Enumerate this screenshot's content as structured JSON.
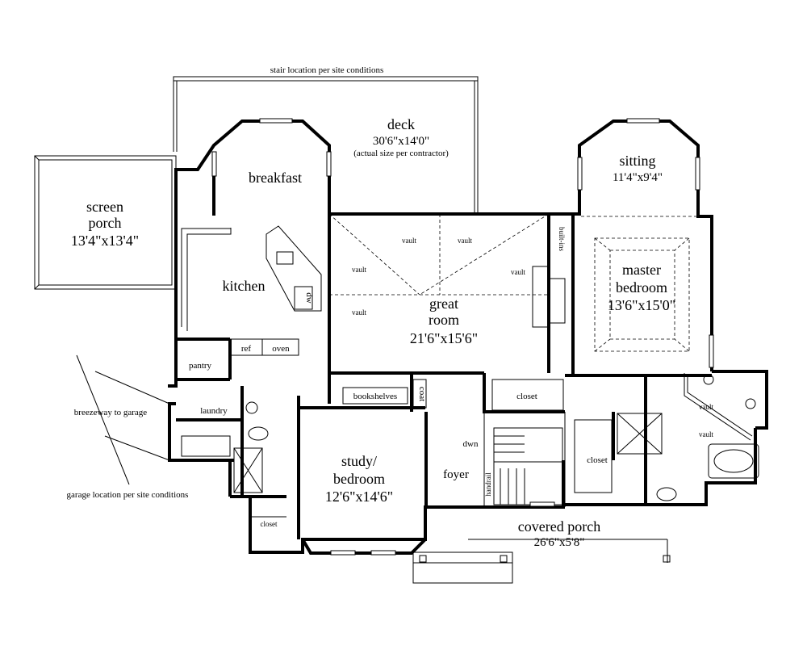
{
  "notes": {
    "stair_location": "stair location per site conditions",
    "breezeway": "breezeway to garage",
    "garage_location": "garage location per site conditions"
  },
  "rooms": {
    "deck": {
      "name": "deck",
      "size": "30'6\"x14'0\"",
      "note": "(actual size per contractor)"
    },
    "screen_porch": {
      "name1": "screen",
      "name2": "porch",
      "size": "13'4\"x13'4\""
    },
    "breakfast": {
      "name": "breakfast"
    },
    "kitchen": {
      "name": "kitchen"
    },
    "sitting": {
      "name": "sitting",
      "size": "11'4\"x9'4\""
    },
    "master_bedroom": {
      "name1": "master",
      "name2": "bedroom",
      "size": "13'6\"x15'0\""
    },
    "great_room": {
      "name1": "great",
      "name2": "room",
      "size": "21'6\"x15'6\""
    },
    "study": {
      "name1": "study/",
      "name2": "bedroom",
      "size": "12'6\"x14'6\""
    },
    "covered_porch": {
      "name": "covered porch",
      "size": "26'6\"x5'8\""
    },
    "foyer": {
      "name": "foyer"
    },
    "pantry": {
      "name": "pantry"
    },
    "laundry": {
      "name": "laundry"
    }
  },
  "fixtures": {
    "ref": "ref",
    "oven": "oven",
    "dw": "dw",
    "bookshelves": "bookshelves",
    "coat": "coat",
    "closet": "closet",
    "built_ins": "built-ins",
    "dwn": "dwn",
    "handrail": "handrail",
    "vault": "vault"
  }
}
